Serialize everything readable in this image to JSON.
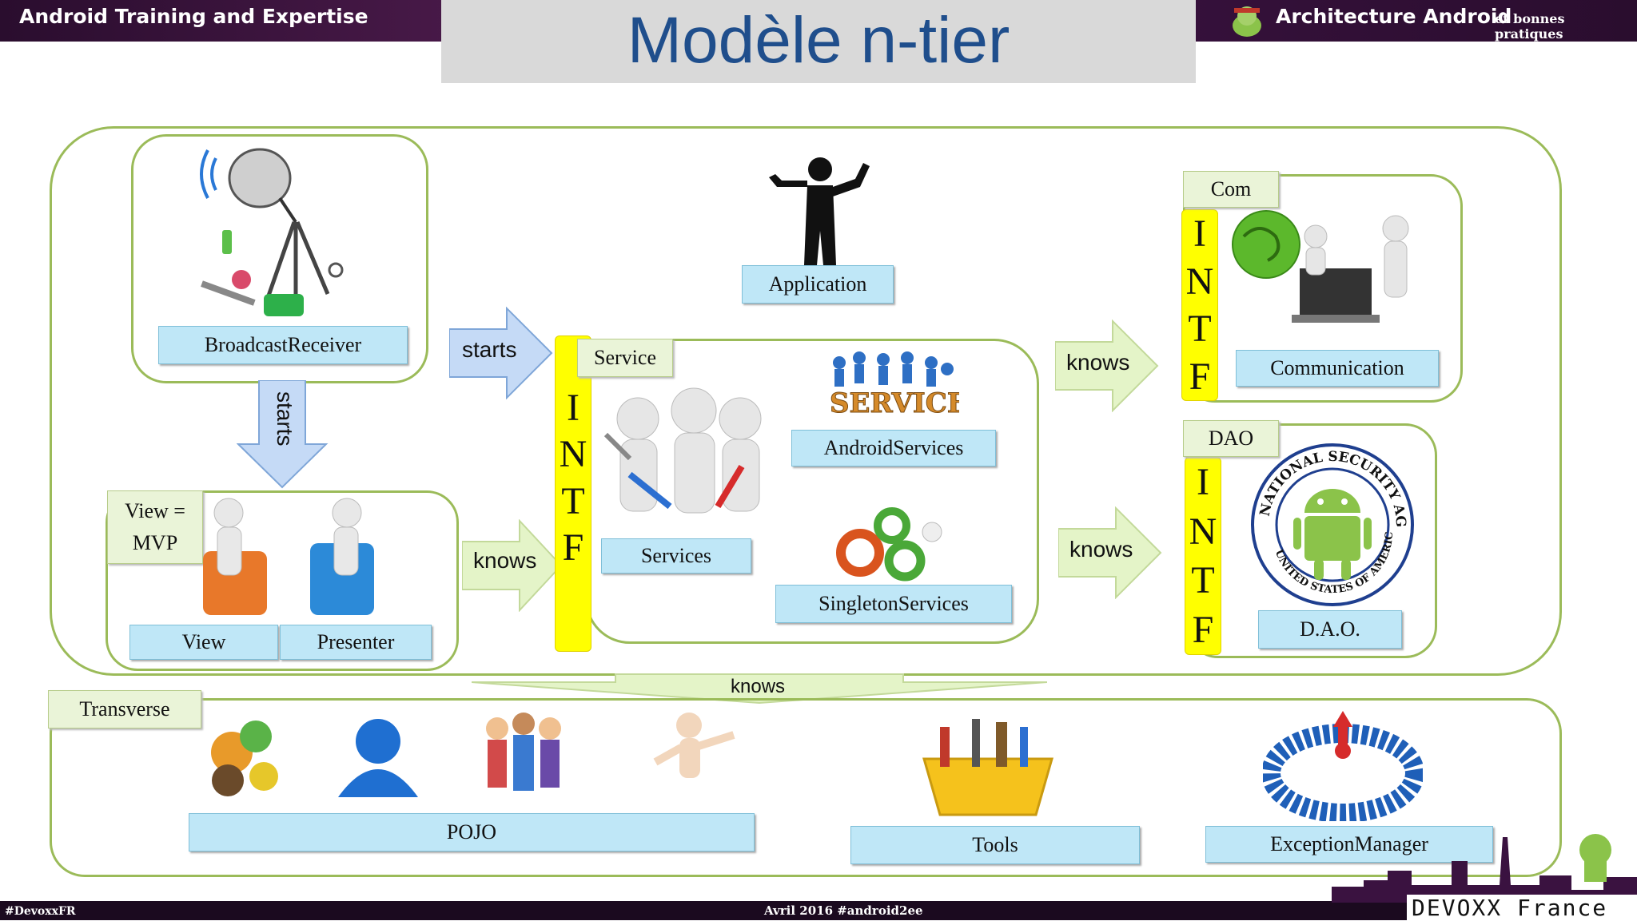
{
  "header": {
    "left_title": "Android Training and Expertise",
    "slide_title": "Modèle n-tier",
    "right_title": "Architecture Android",
    "right_subtitle": "et bonnes pratiques"
  },
  "footer": {
    "hashtag": "#DevoxxFR",
    "date": "Avril 2016 #android2ee",
    "conference": "DEVOXX France"
  },
  "diagram": {
    "broadcast_receiver": "BroadcastReceiver",
    "application": "Application",
    "view_mvp": [
      "View =",
      "MVP"
    ],
    "view": "View",
    "presenter": "Presenter",
    "service_tag": "Service",
    "services": "Services",
    "android_services": "AndroidServices",
    "singleton_services": "SingletonServices",
    "com_tag": "Com",
    "communication": "Communication",
    "dao_tag": "DAO",
    "dao": "D.A.O.",
    "transverse_tag": "Transverse",
    "pojo": "POJO",
    "tools": "Tools",
    "exception_manager": "ExceptionManager",
    "intf_letters": [
      "I",
      "N",
      "T",
      "F"
    ],
    "nsa_seal_text": "NATIONAL SECURITY AGENCY",
    "nsa_seal_bottom": "UNITED STATES OF AMERICA",
    "service_sign": "SERVICE"
  },
  "arrows": {
    "starts_right": "starts",
    "starts_down": "starts",
    "knows_view": "knows",
    "knows_com": "knows",
    "knows_dao": "knows",
    "knows_transverse": "knows"
  },
  "colors": {
    "container_border": "#9bbb59",
    "label_fill": "#bfe7f7",
    "intf_fill": "#ffff00",
    "arrow_fill": "#e4f4c8",
    "title_color": "#1f4e8c"
  }
}
